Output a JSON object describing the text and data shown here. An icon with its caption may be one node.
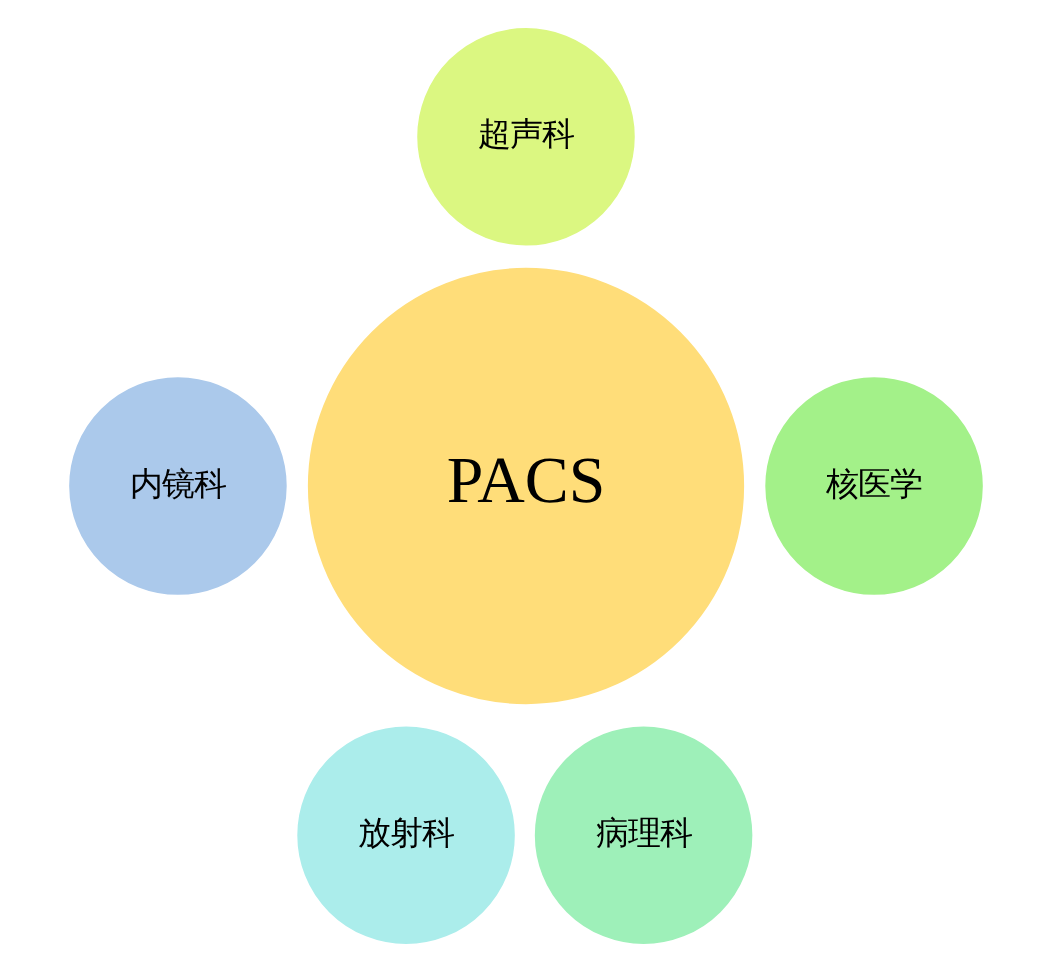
{
  "diagram": {
    "nodes": [
      {
        "text": [
          "PACS"
        ]
      },
      {
        "text": [
          "超声科"
        ]
      },
      {
        "text": [
          "核医学"
        ]
      },
      {
        "text": [
          "病理科"
        ]
      },
      {
        "text": [
          "放射科"
        ]
      },
      {
        "text": [
          "内镜科"
        ]
      }
    ]
  }
}
